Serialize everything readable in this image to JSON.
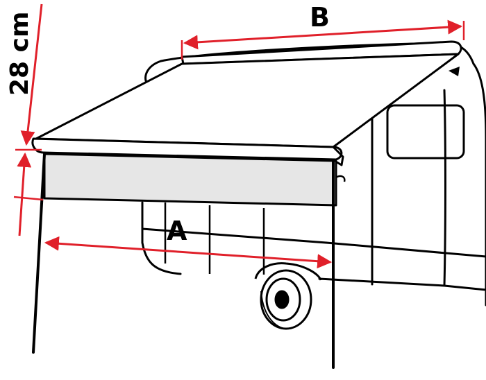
{
  "labels": {
    "height_value": "28 cm",
    "length_a": "A",
    "length_b": "B"
  },
  "colors": {
    "line": "#000000",
    "dimension": "#e0202a",
    "panel_fill": "#e6e6e6",
    "background": "#ffffff"
  }
}
